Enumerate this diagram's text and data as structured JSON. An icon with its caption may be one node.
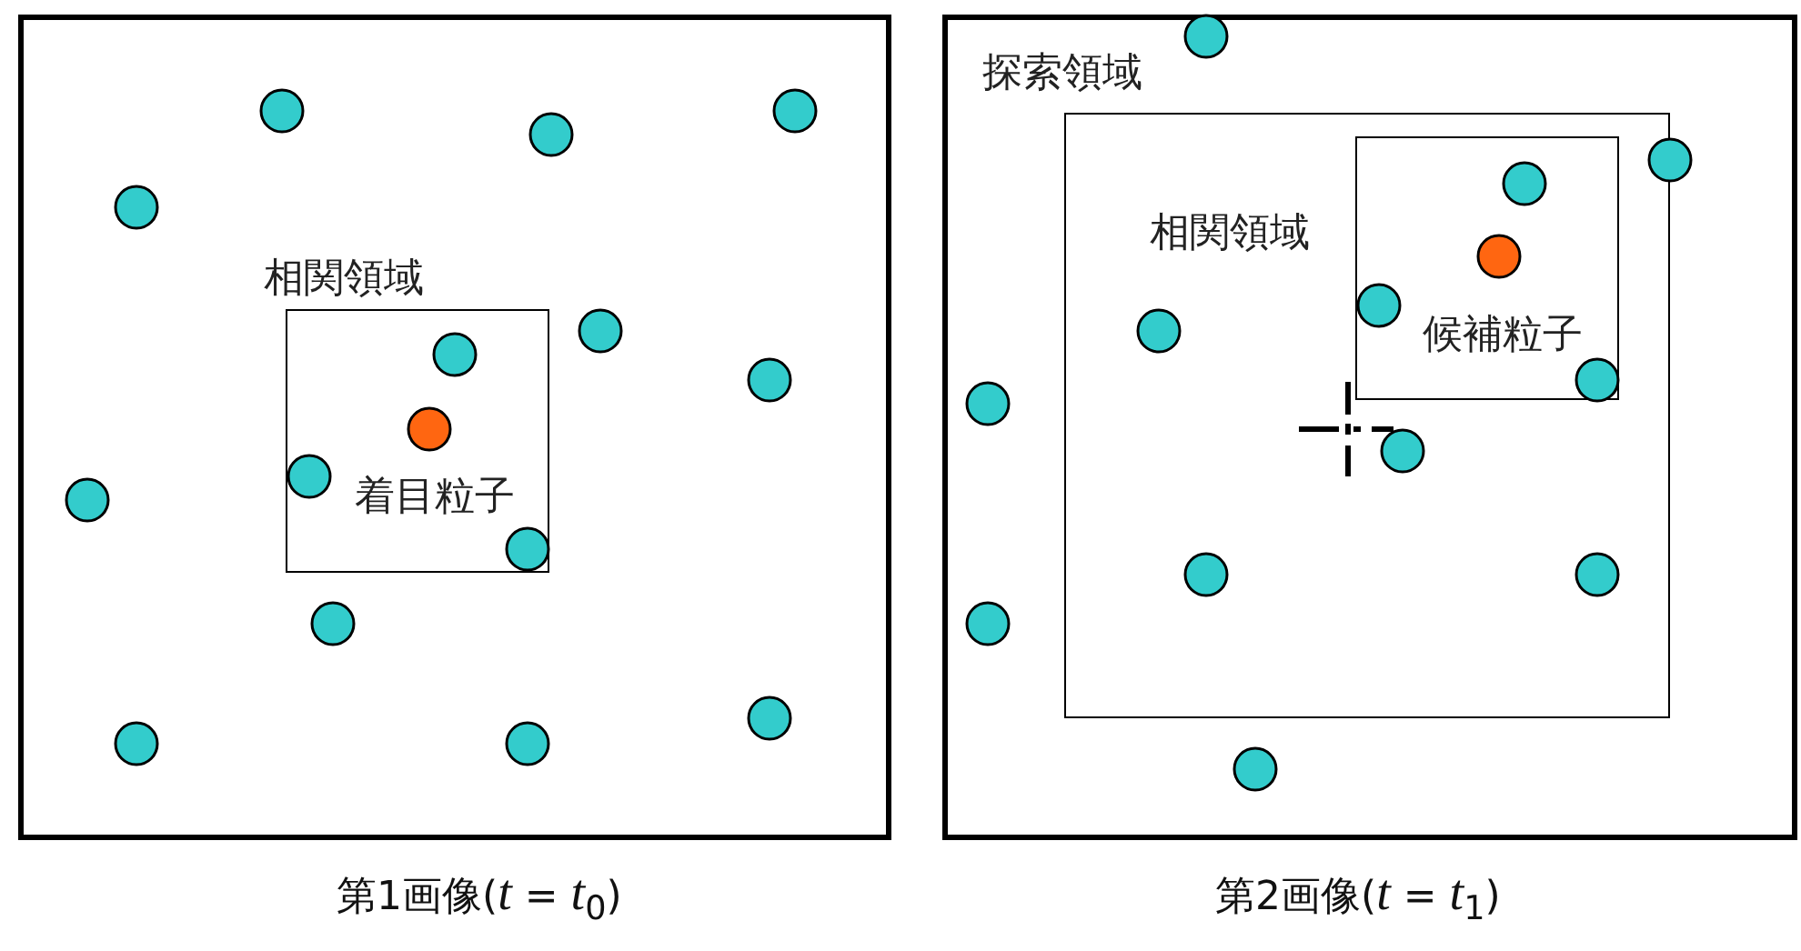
{
  "diagram": {
    "nodes": [
      {
        "text": [
          "第1画像(*t* = *t*$_{0}$)"
        ]
      },
      {
        "text": [
          "相関領域"
        ],
        "in": 0
      },
      {
        "text": [
          "第2画像(*t* = *t*$_{1}$)"
        ]
      },
      {
        "text": [
          "探索領域"
        ],
        "in": 2
      },
      {
        "text": [
          "相関領域"
        ],
        "in": 3
      }
    ],
    "labels": [
      "着目粒子",
      "候補粒子"
    ]
  }
}
